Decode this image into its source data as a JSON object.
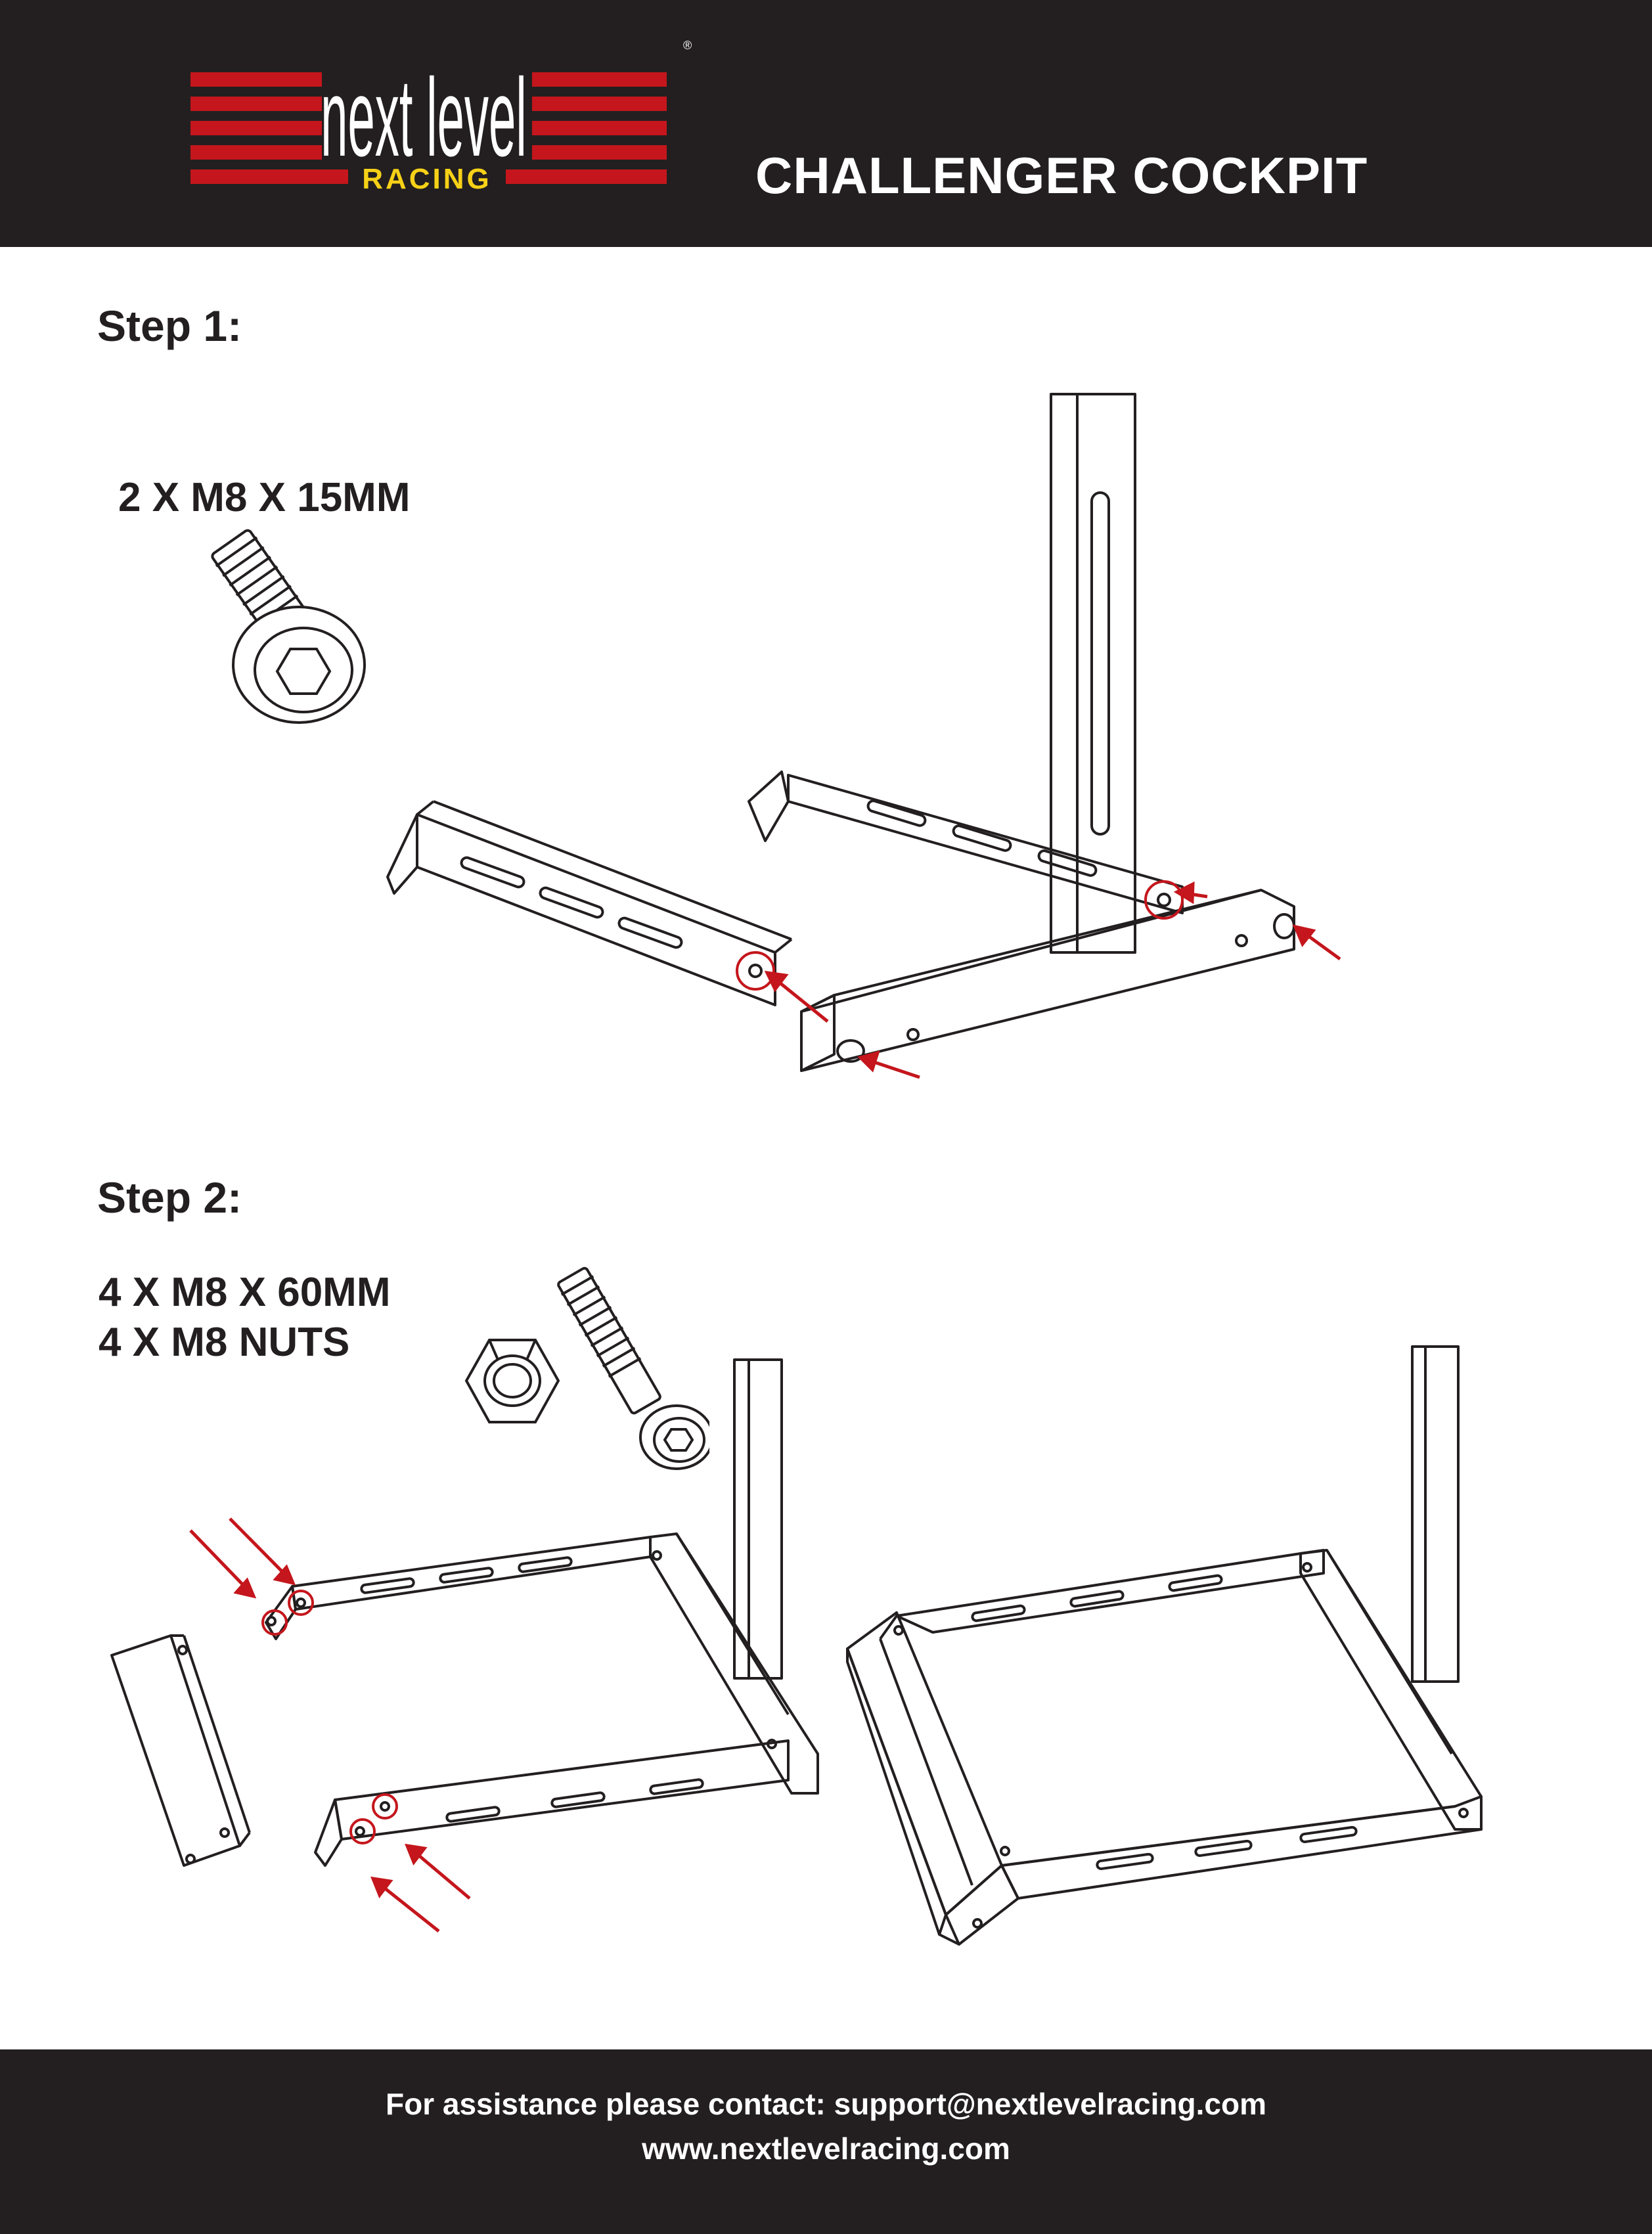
{
  "header": {
    "logo_text_top": "next level",
    "logo_text_bottom": "RACING",
    "logo_registered": "®",
    "title": "CHALLENGER COCKPIT"
  },
  "step1": {
    "heading": "Step 1:",
    "hardware": [
      "2 X M8 X 15MM"
    ]
  },
  "step2": {
    "heading": "Step 2:",
    "hardware": [
      "4 X M8 X 60MM",
      "4 X M8 NUTS"
    ]
  },
  "footer": {
    "contact": "For assistance please contact: support@nextlevelracing.com",
    "website": "www.nextlevelracing.com"
  },
  "colors": {
    "header_bg": "#231f20",
    "brand_red": "#c4161c",
    "brand_yellow": "#f7d117",
    "arrow_red": "#c4161c",
    "line": "#231f20"
  }
}
